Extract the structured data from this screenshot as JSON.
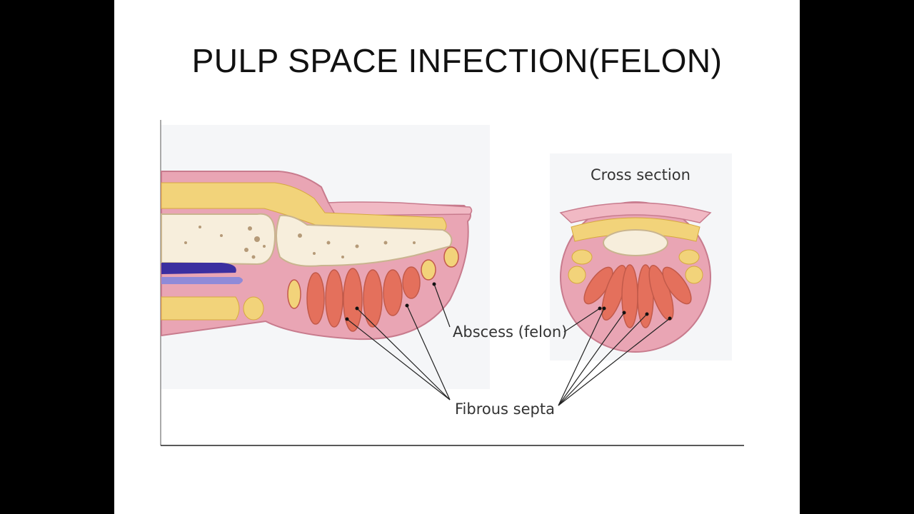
{
  "slide": {
    "title": "PULP SPACE INFECTION(FELON)"
  },
  "figure": {
    "labels": {
      "cross_section": "Cross section",
      "abscess": "Abscess (felon)",
      "fibrous_septa": "Fibrous septa"
    },
    "colors": {
      "skin": "#e9a5b4",
      "skin_outline": "#c87b8d",
      "fat": "#f2d37a",
      "fat_spots": "#d6a93e",
      "bone": "#f7eedc",
      "bone_spots": "#b59a78",
      "septa_compartment": "#e4705c",
      "tendon": "#3b2fa0",
      "background_panel": "#f4f5f7"
    }
  }
}
